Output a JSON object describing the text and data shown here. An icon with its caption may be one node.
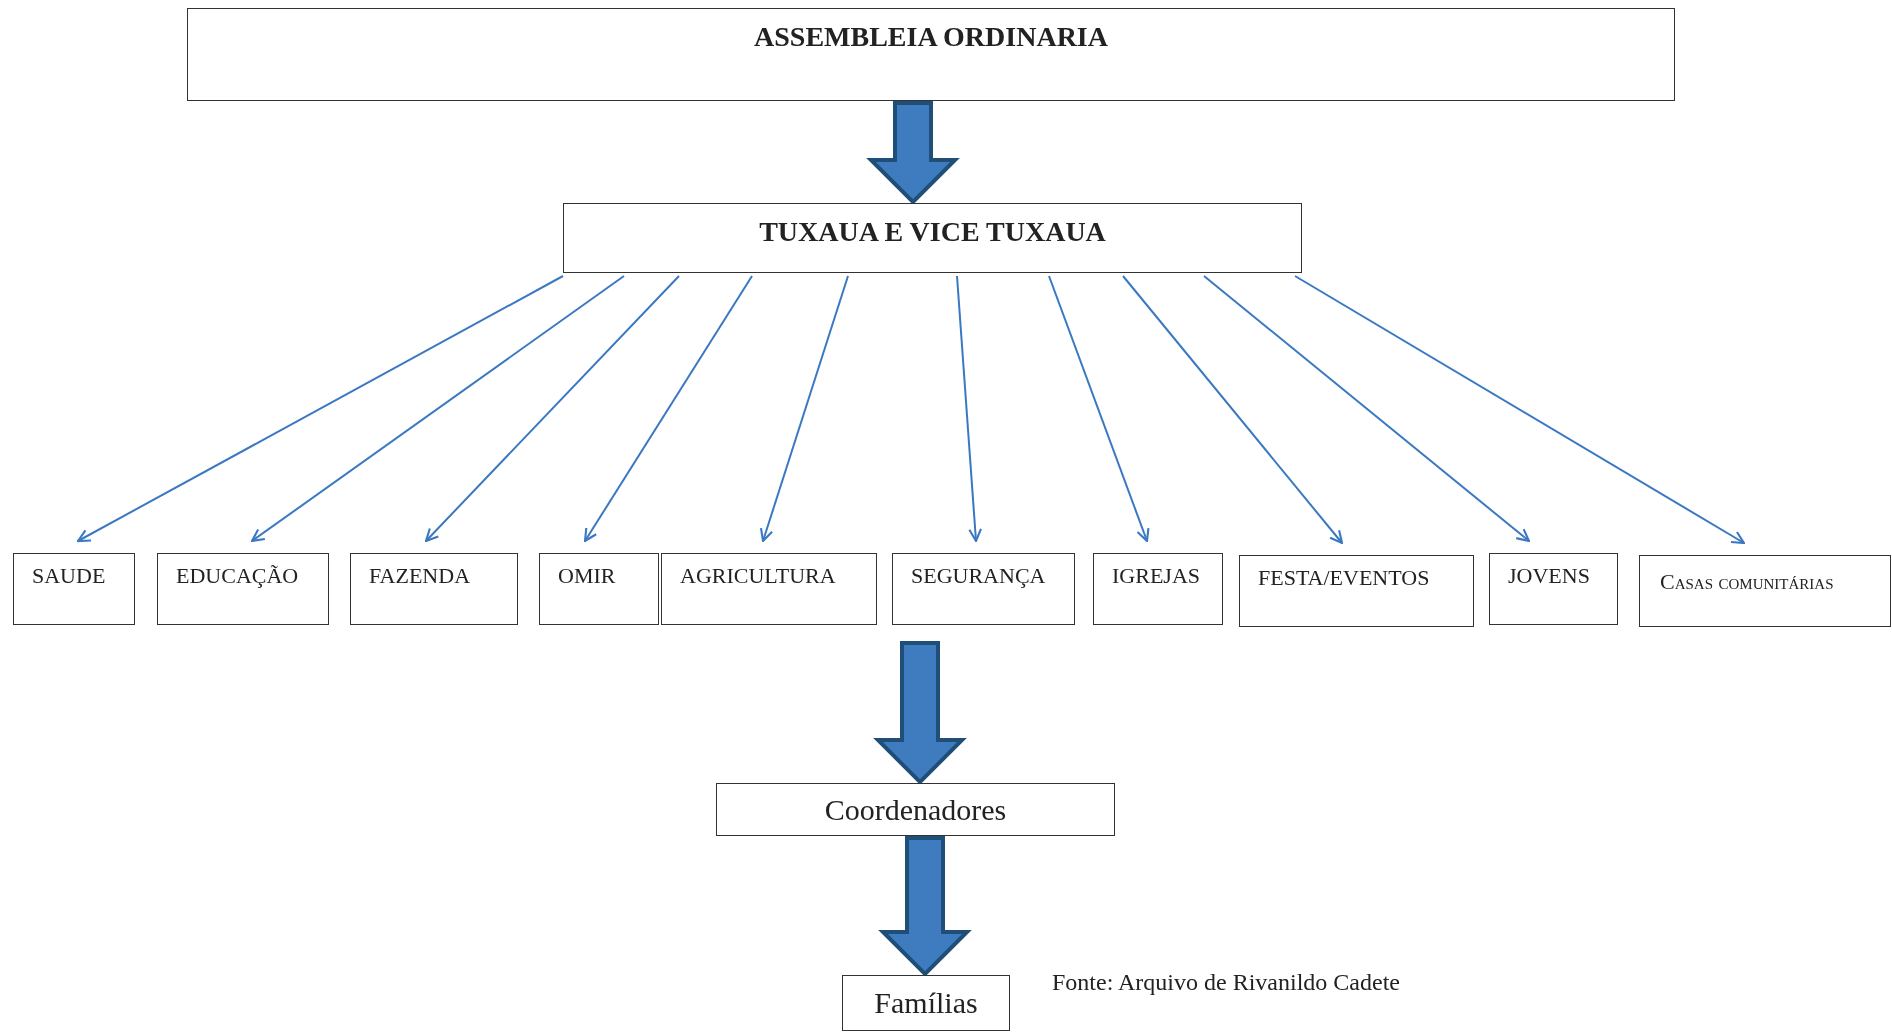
{
  "diagram": {
    "nodes": [
      {
        "text": [
          "ASSEMBLEIA ORDINARIA"
        ]
      },
      {
        "text": [
          "TUXAUA E VICE TUXAUA"
        ]
      },
      {
        "text": [
          "SAUDE"
        ]
      },
      {
        "text": [
          "EDUCAÇÃO"
        ]
      },
      {
        "text": [
          "FAZENDA"
        ]
      },
      {
        "text": [
          "OMIR"
        ]
      },
      {
        "text": [
          "AGRICULTURA"
        ]
      },
      {
        "text": [
          "SEGURANÇA"
        ]
      },
      {
        "text": [
          "IGREJAS"
        ]
      },
      {
        "text": [
          "FESTA/EVENTOS"
        ]
      },
      {
        "text": [
          "JOVENS"
        ]
      },
      {
        "text": [
          "Casas comunitárias"
        ]
      },
      {
        "text": [
          "Coordenadores"
        ]
      },
      {
        "text": [
          "Famílias"
        ]
      }
    ],
    "edges": [
      {
        "from": 0,
        "to": 1,
        "arrow": "to",
        "style": "thick"
      },
      {
        "from": 1,
        "to": 2,
        "arrow": "to"
      },
      {
        "from": 1,
        "to": 3,
        "arrow": "to"
      },
      {
        "from": 1,
        "to": 4,
        "arrow": "to"
      },
      {
        "from": 1,
        "to": 5,
        "arrow": "to"
      },
      {
        "from": 1,
        "to": 6,
        "arrow": "to"
      },
      {
        "from": 1,
        "to": 7,
        "arrow": "to"
      },
      {
        "from": 1,
        "to": 8,
        "arrow": "to"
      },
      {
        "from": 1,
        "to": 9,
        "arrow": "to"
      },
      {
        "from": 1,
        "to": 10,
        "arrow": "to"
      },
      {
        "from": 1,
        "to": 11,
        "arrow": "to"
      },
      {
        "from": null,
        "to": 12,
        "arrow": "to",
        "style": "thick"
      },
      {
        "from": 12,
        "to": 13,
        "arrow": "to",
        "style": "thick"
      }
    ],
    "labels": [
      "Fonte: Arquivo de Rivanildo Cadete"
    ]
  }
}
